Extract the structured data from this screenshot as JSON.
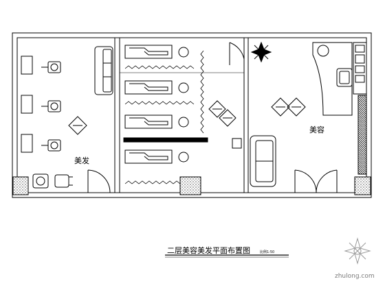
{
  "rooms": {
    "hair": "美发",
    "beauty": "美容"
  },
  "title": {
    "main": "二层美容美发平面布置图",
    "scale": "比例1:50"
  },
  "watermark": {
    "text": "zhulong.com"
  }
}
